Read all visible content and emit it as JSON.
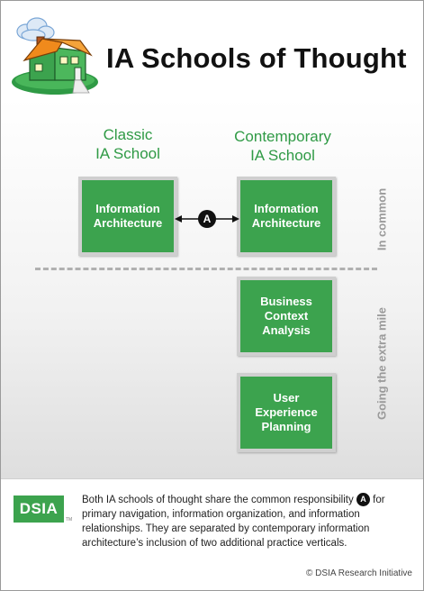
{
  "header": {
    "title": "IA Schools of Thought"
  },
  "columns": {
    "classic": {
      "line1": "Classic",
      "line2": "IA School"
    },
    "contemporary": {
      "line1": "Contemporary",
      "line2": "IA School"
    }
  },
  "boxes": {
    "classic_ia": {
      "line1": "Information",
      "line2": "Architecture"
    },
    "contemporary_ia": {
      "line1": "Information",
      "line2": "Architecture"
    },
    "business": {
      "line1": "Business",
      "line2": "Context",
      "line3": "Analysis"
    },
    "ux": {
      "line1": "User",
      "line2": "Experience",
      "line3": "Planning"
    }
  },
  "connector": {
    "badge": "A"
  },
  "side_labels": {
    "in_common": "In common",
    "extra_mile": "Going the extra mile"
  },
  "footer": {
    "logo": "DSIA",
    "tm": "TM",
    "desc_before": "Both IA schools of thought share the common responsibility",
    "desc_badge": "A",
    "desc_after": "for primary navigation, information organization, and information relationships. They are separated by contemporary information architecture’s inclusion of two additional practice verticals.",
    "copyright": "© DSIA Research Initiative"
  },
  "colors": {
    "accent_green": "#3ca34e",
    "heading_green": "#2f9a45",
    "box_border": "#cfcfcf",
    "side_label_gray": "#9a9a9a"
  },
  "icons": {
    "logo": "house-icon",
    "connector": "double-arrow-icon"
  }
}
